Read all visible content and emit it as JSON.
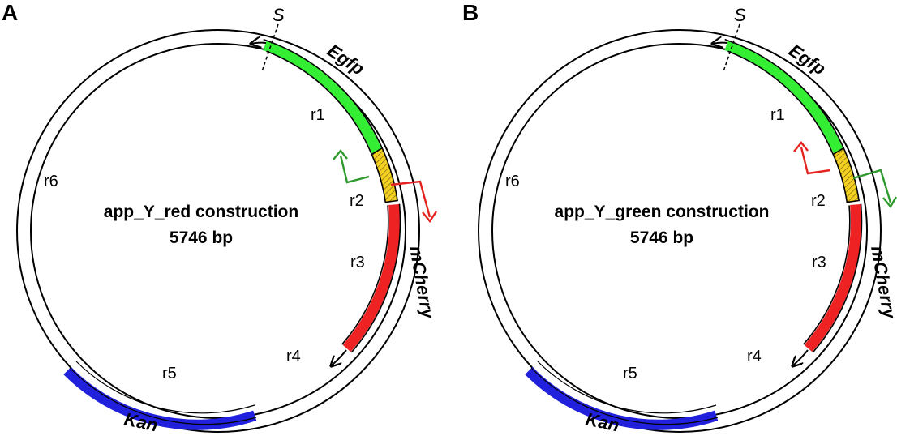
{
  "panels": [
    {
      "letter": "A",
      "title_line1": "app_Y_red construction",
      "title_line2": "5746 bp",
      "site": "S",
      "genes": {
        "egfp": "Egfp",
        "mcherry": "mCherry",
        "kan": "Kan"
      },
      "regions": [
        "r1",
        "r2",
        "r3",
        "r4",
        "r5",
        "r6"
      ],
      "promoter_colors": {
        "inward": "#2e9a2e",
        "outward": "#e5231e"
      }
    },
    {
      "letter": "B",
      "title_line1": "app_Y_green construction",
      "title_line2": "5746 bp",
      "site": "S",
      "genes": {
        "egfp": "Egfp",
        "mcherry": "mCherry",
        "kan": "Kan"
      },
      "regions": [
        "r1",
        "r2",
        "r3",
        "r4",
        "r5",
        "r6"
      ],
      "promoter_colors": {
        "inward": "#e5231e",
        "outward": "#2e9a2e"
      }
    }
  ],
  "colors": {
    "egfp": "#33ee33",
    "mcherry": "#ee2222",
    "kan": "#2020dd",
    "promoter_fill": "#f4d020",
    "ring": "#000000"
  }
}
